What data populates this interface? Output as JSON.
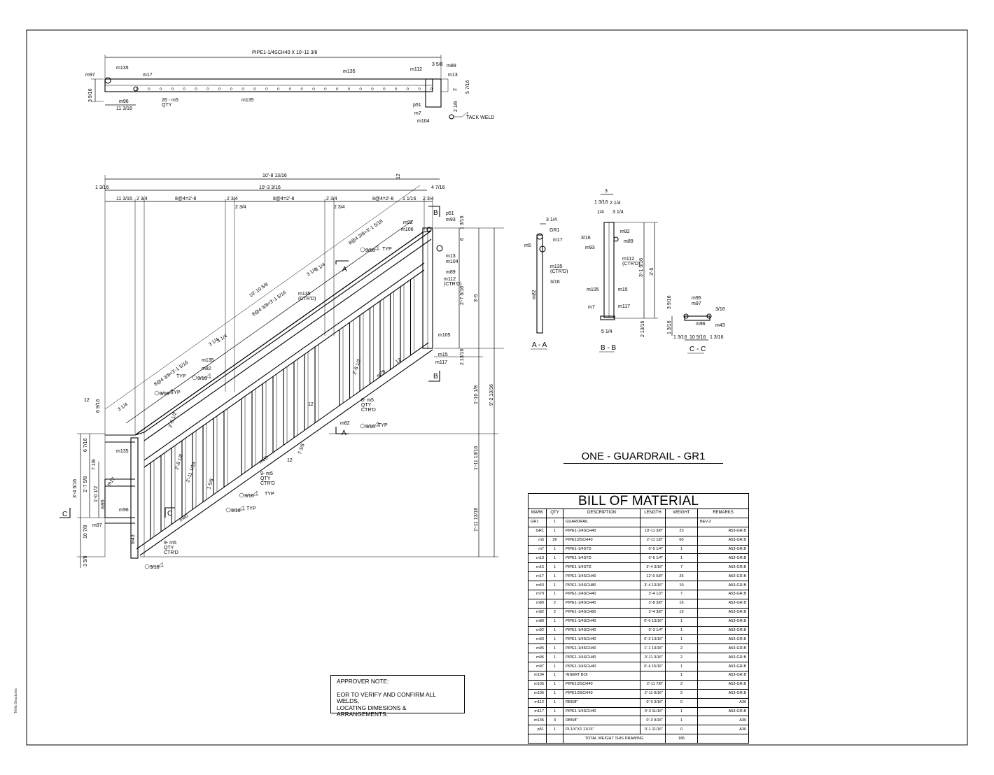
{
  "drawing_title": "ONE - GUARDRAIL - GR1",
  "top_view": {
    "pipe_label": "PIPE1-1/4SCH40 X 10'-11 3/8",
    "labels": [
      "m97",
      "m135",
      "m17",
      "m135",
      "m112",
      "m89",
      "m13",
      "m96",
      "26 - m5",
      "QTY",
      "m135",
      "p51",
      "m7",
      "m104",
      "TACK WELD"
    ],
    "dims": [
      "3 9/16",
      "11 3/16",
      "3 5/8",
      "2",
      "5 7/16",
      "2 1/8"
    ]
  },
  "elevation": {
    "overall_dims": [
      "10'-8 13/16",
      "10'-3 3/16",
      "1 3/16",
      "4 7/16"
    ],
    "post_dims": [
      "11 3/16",
      "2 3/4",
      "8@4=2'-8",
      "2 3/4",
      "2 3/4",
      "8@4=2'-8",
      "2 3/4",
      "2 3/4",
      "8@4=2'-8",
      "1 1/16",
      "2 3/4"
    ],
    "slope_dims": [
      "10'-10 5/8",
      "8@4 3/8=3'-1 5/16",
      "8@4 3/8=3'-1 5/16",
      "8@4 3/8=3'-1 5/16",
      "3 1/4",
      "3 1/4",
      "3 1/4",
      "3 1/4",
      "3 1/4"
    ],
    "labels": [
      "p51",
      "m93",
      "m92",
      "m106",
      "m13",
      "m104",
      "m89",
      "m112",
      "(CTR'D)",
      "m135",
      "(CTR'D)",
      "m105",
      "m15",
      "m117",
      "m135",
      "m82",
      "m79",
      "8- m5",
      "QTY",
      "CTR'D",
      "m82",
      "m80",
      "9- m5",
      "QTY",
      "CTR'D",
      "m80",
      "m135",
      "m17",
      "m95",
      "m96",
      "m97",
      "m43",
      "9- m5",
      "QTY",
      "CTR'D",
      "TYP",
      "TYP",
      "TYP",
      "TYP",
      "TYP",
      "TYP",
      "12",
      "12",
      "12",
      "12"
    ],
    "right_dims": [
      "1 3/16",
      "6",
      "3'-5",
      "2'-7 5/16",
      "2 13/16",
      "1'-10 1/8",
      "9'-2 13/16",
      "1'-11 13/16",
      "1'-11 13/16"
    ],
    "left_dims": [
      "6 7/16",
      "1'-7 5/8",
      "1'-0 1/2",
      "3'-4 5/16",
      "7 1/8",
      "10 7/8",
      "3 5/8",
      "6 9/16"
    ],
    "inner_dims": [
      "2'-8 1/2",
      "2'-11 1/16",
      "2'-8 1/8",
      "12",
      "7 3/8",
      "2'-8 1/2",
      "1 5/8"
    ],
    "weld_sizes": [
      "3/16",
      "3/16",
      "3/16",
      "3/16",
      "3/16",
      "3/16",
      "3/16"
    ],
    "section_markers": [
      "A",
      "A",
      "B",
      "B",
      "C",
      "C"
    ]
  },
  "section_aa": {
    "title": "A - A",
    "labels": [
      "3 1/4",
      "GR1",
      "m5",
      "m17",
      "m135",
      "(CTR'D)",
      "m82",
      "3/16"
    ]
  },
  "section_bb": {
    "title": "B - B",
    "labels": [
      "3",
      "1 3/16",
      "2 1/4",
      "1/4",
      "3 1/4",
      "m92",
      "m89",
      "m93",
      "m112",
      "(CTR'D)",
      "m105",
      "m15",
      "m7",
      "m117",
      "3'-1 5/16",
      "3'-5",
      "2 13/16",
      "5 1/4",
      "3/16"
    ]
  },
  "section_cc": {
    "title": "C - C",
    "labels": [
      "m95",
      "m97",
      "m96",
      "m43",
      "3 9/16",
      "1 3/16",
      "10 5/16",
      "1 3/16",
      "1 3/16",
      "3/16"
    ]
  },
  "bom": {
    "caption": "BILL OF MATERIAL",
    "headers": [
      "MARK",
      "QTY",
      "DESCRIPTION",
      "LENGTH",
      "WEIGHT",
      "REMARKS"
    ],
    "rows": [
      [
        "GR1",
        "1",
        "GUARDRAIL",
        "",
        "",
        "BEV-2"
      ],
      [
        "GR1",
        "1",
        "PIPE1-1/4SCH40",
        "10'-11 3/8\"",
        "23",
        "A53-GR.B"
      ],
      [
        "m5",
        "26",
        "PIPE1/2SCH40",
        "2'-11 1/8\"",
        "60",
        "A53-GR.B"
      ],
      [
        "m7",
        "1",
        "PIPE1-1/4STD",
        "0'-5 1/4\"",
        "1",
        "A53-GR.B"
      ],
      [
        "m13",
        "1",
        "PIPE1-1/4STD",
        "0'-6 1/4\"",
        "1",
        "A53-GR.B"
      ],
      [
        "m15",
        "1",
        "PIPE1-1/4STD",
        "3'-4 3/16\"",
        "7",
        "A53-GR.B"
      ],
      [
        "m17",
        "1",
        "PIPE1-1/4SCH40",
        "12'-0 5/8\"",
        "26",
        "A53-GR.B"
      ],
      [
        "m43",
        "1",
        "PIPE1-1/4SCH80",
        "3'-4 13/16\"",
        "10",
        "A53-GR.B"
      ],
      [
        "m79",
        "1",
        "PIPE1-1/4SCH40",
        "3'-4 1/2\"",
        "7",
        "A53-GR.B"
      ],
      [
        "m80",
        "2",
        "PIPE1-1/4SCH40",
        "3'-8 3/8\"",
        "16",
        "A53-GR.B"
      ],
      [
        "m82",
        "2",
        "PIPE1-1/4SCH80",
        "3'-4 3/8\"",
        "19",
        "A53-GR.B"
      ],
      [
        "m89",
        "1",
        "PIPE1-1/4SCH40",
        "0'-6 13/16\"",
        "1",
        "A53-GR.B"
      ],
      [
        "m92",
        "1",
        "PIPE1-1/4SCH40",
        "0'-3 1/4\"",
        "1",
        "A53-GR.B"
      ],
      [
        "m93",
        "1",
        "PIPE1-1/4SCH40",
        "0'-3 13/16\"",
        "1",
        "A53-GR.B"
      ],
      [
        "m95",
        "1",
        "PIPE1-1/4SCH40",
        "1'-1 13/16\"",
        "2",
        "A53-GR.B"
      ],
      [
        "m96",
        "1",
        "PIPE1-1/4SCH40",
        "0'-11 3/16\"",
        "2",
        "A53-GR.B"
      ],
      [
        "m97",
        "1",
        "PIPE1-1/4SCH40",
        "0'-4 15/16\"",
        "1",
        "A53-GR.B"
      ],
      [
        "m104",
        "1",
        "INSERT          BOI",
        "",
        "1",
        "A53-GR.B"
      ],
      [
        "m105",
        "1",
        "PIPE1/2SCH40",
        "2'-11 7/8\"",
        "2",
        "A53-GR.B"
      ],
      [
        "m106",
        "1",
        "PIPE1/2SCH40",
        "2'-11 9/16\"",
        "2",
        "A53-GR.B"
      ],
      [
        "m112",
        "1",
        "RB5/8\"",
        "0'-3 3/16\"",
        "0",
        "A36"
      ],
      [
        "m117",
        "1",
        "PIPE1-1/4SCH40",
        "0'-3 11/16\"",
        "1",
        "A53-GR.B"
      ],
      [
        "m135",
        "3",
        "RB5/8\"",
        "0'-3 9/16\"",
        "1",
        "A36"
      ],
      [
        "p51",
        "1",
        "PL1/4\"X1 11/16\"",
        "0'-1 11/16\"",
        "0",
        "A36"
      ]
    ],
    "total_label": "TOTAL WEIGHT THIS DRAWING",
    "total_weight": "186"
  },
  "approver_note": {
    "heading": "APPROVER NOTE:",
    "line1": "EOR TO VERIFY AND CONFIRM ALL WELDS,",
    "line2": "LOCATING DIMESIONS  & ARRANGEMENTS."
  },
  "side_text": "Tekla Structures"
}
